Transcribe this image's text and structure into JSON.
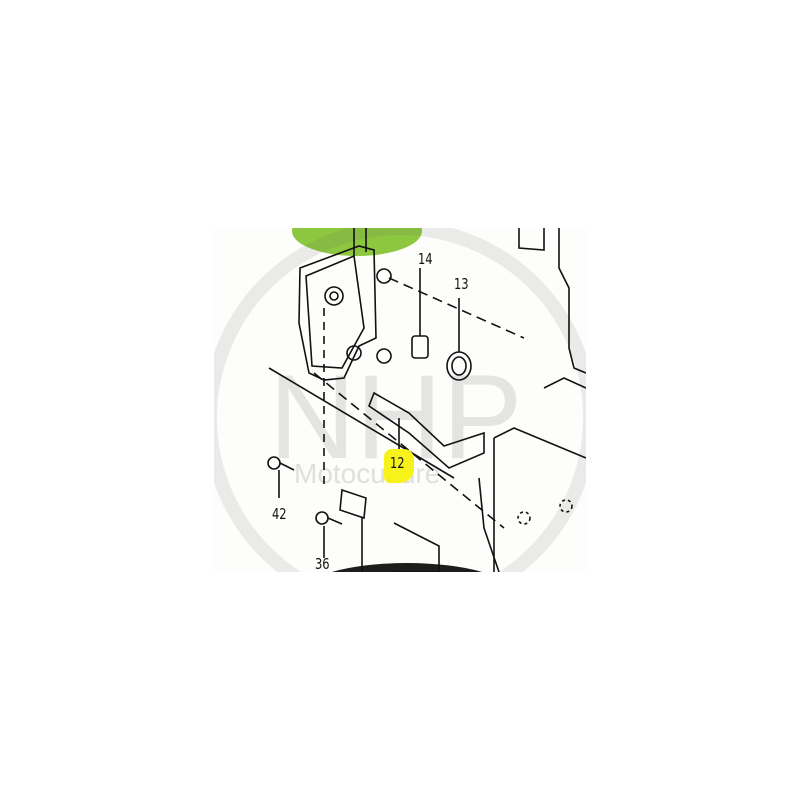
{
  "diagram": {
    "type": "exploded parts diagram",
    "watermark": {
      "brand": "NHP",
      "tagline": "Motoculture",
      "accent_color": "#8dc63f",
      "dark_color": "#1d1d1b"
    },
    "highlight_color": "#f7f21a",
    "part_labels": [
      {
        "id": "14",
        "text": "14"
      },
      {
        "id": "13",
        "text": "13"
      },
      {
        "id": "12",
        "text": "12",
        "highlighted": true
      },
      {
        "id": "42",
        "text": "42"
      },
      {
        "id": "36",
        "text": "36"
      }
    ]
  }
}
